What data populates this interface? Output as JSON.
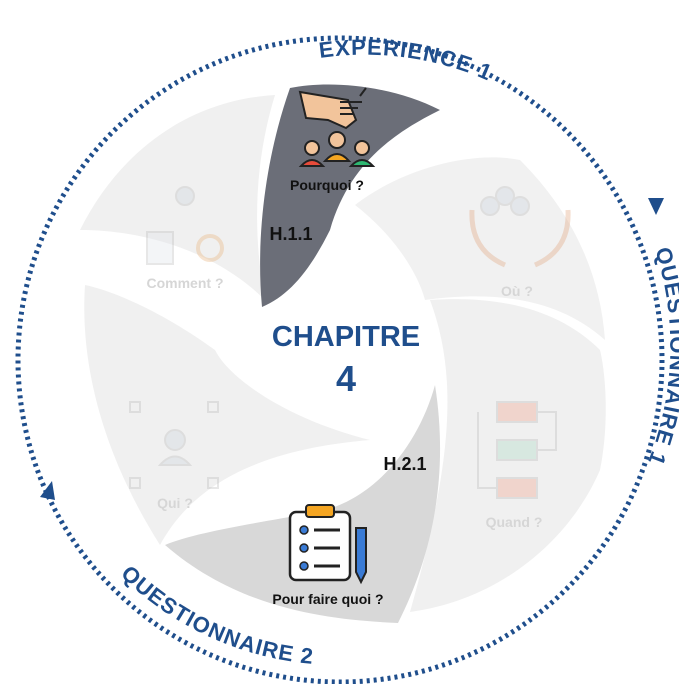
{
  "center": {
    "line1": "CHAPITRE",
    "line2": "4"
  },
  "ring_labels": {
    "top": "EXPERIENCE 1",
    "right": "QUESTIONNAIRE 1",
    "bottom_left": "QUESTIONNAIRE 2"
  },
  "segments": {
    "pourquoi": {
      "label": "Pourquoi ?",
      "tag": "H.1.1",
      "icon": "hand-picking-people-icon",
      "state": "highlighted-dark"
    },
    "ou": {
      "label": "Où ?",
      "icon": "hands-holding-people-icon",
      "state": "faded"
    },
    "quand": {
      "label": "Quand ?",
      "icon": "process-flow-icon",
      "state": "faded"
    },
    "pour_faire_quoi": {
      "label": "Pour faire quoi ?",
      "tag": "H.2.1",
      "icon": "clipboard-checklist-icon",
      "state": "highlighted-light"
    },
    "qui": {
      "label": "Qui ?",
      "icon": "graduate-network-icon",
      "state": "faded"
    },
    "comment": {
      "label": "Comment ?",
      "icon": "document-gear-icon",
      "state": "faded"
    }
  },
  "colors": {
    "navy": "#1f4e8c",
    "dark_segment": "#6b6e78",
    "light_segment": "#d8d8d8",
    "faded_segment": "#f0f0f0",
    "faded_text": "#cfcfcf"
  }
}
